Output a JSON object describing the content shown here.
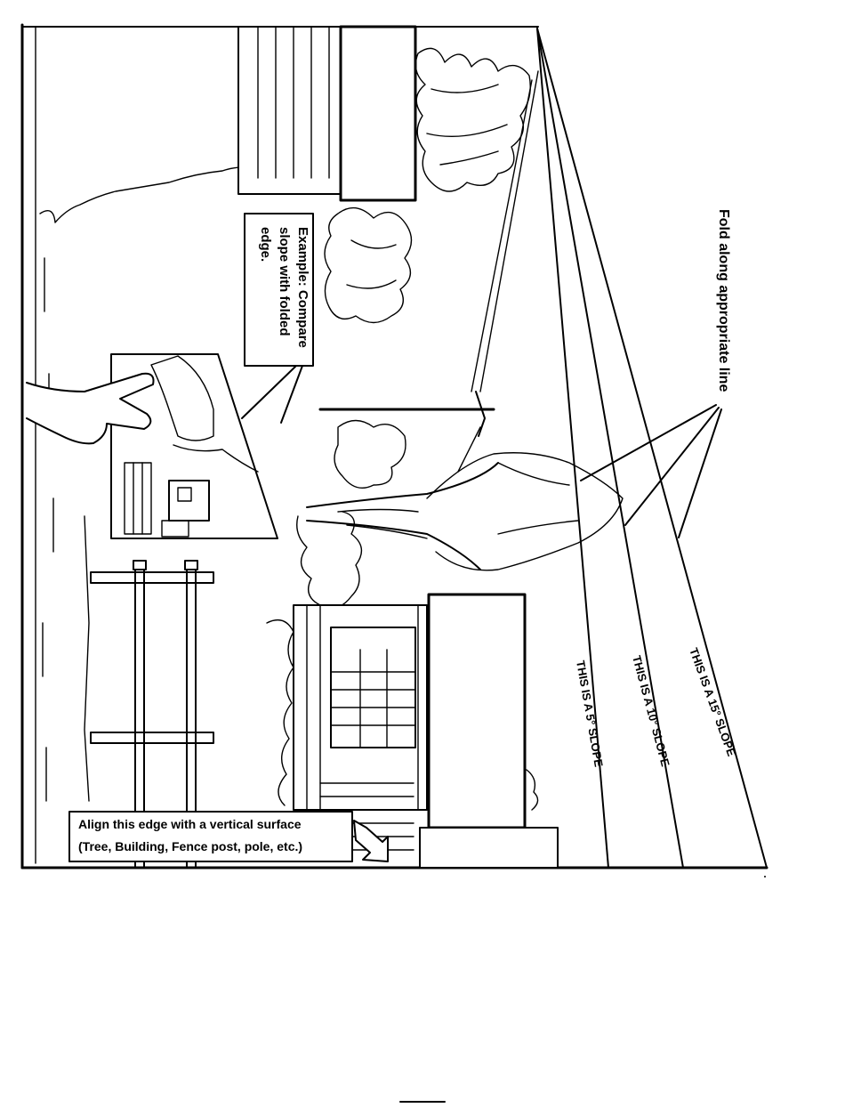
{
  "fold_instruction": "Fold along appropriate line",
  "slope_labels": {
    "five": "THIS IS A 5° SLOPE",
    "ten": "THIS IS A 10° SLOPE",
    "fifteen": "THIS IS A 15° SLOPE"
  },
  "example_callout": {
    "line1": "Example: Compare",
    "line2": "slope with folded",
    "line3": "edge."
  },
  "align_callout": {
    "line1": "Align this edge with a vertical surface",
    "line2": "(Tree, Building, Fence post, pole, etc.)"
  },
  "footer_text": "",
  "colors": {
    "ink": "#000000",
    "paper": "#ffffff"
  }
}
